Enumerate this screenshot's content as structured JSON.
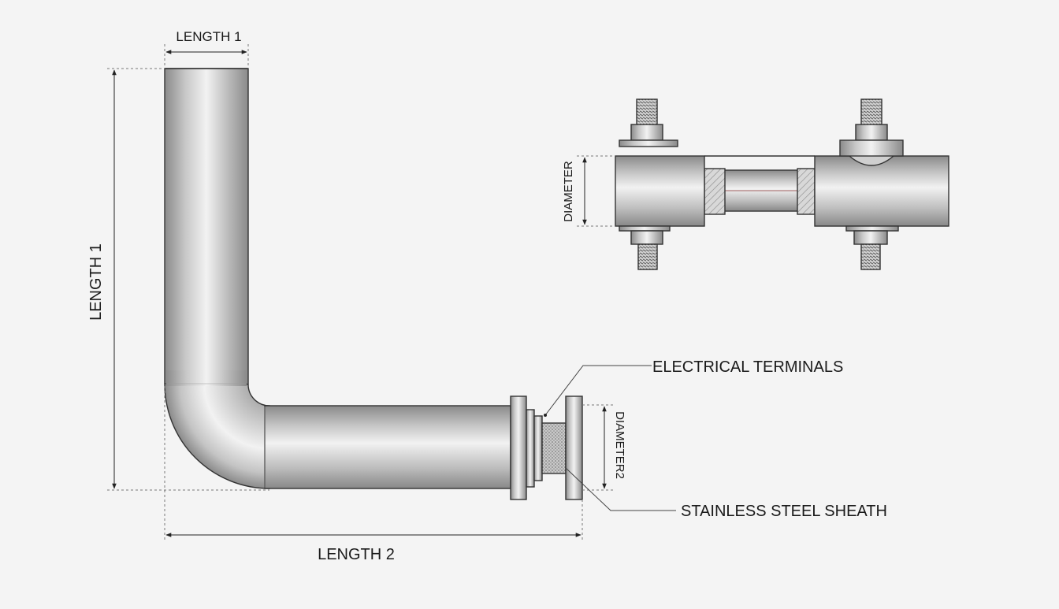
{
  "labels": {
    "length1_top": "LENGTH 1",
    "length1_side": "LENGTH 1",
    "length2": "LENGTH 2",
    "diameter": "DIAMETER",
    "diameter2": "DIAMETER2",
    "electrical_terminals": "ELECTRICAL TERMINALS",
    "sheath": "STAINLESS STEEL SHEATH"
  },
  "colors": {
    "background": "#f4f4f4",
    "metal_dark": "#8c8c8c",
    "metal_light": "#f0f0f0",
    "line": "#222222"
  }
}
